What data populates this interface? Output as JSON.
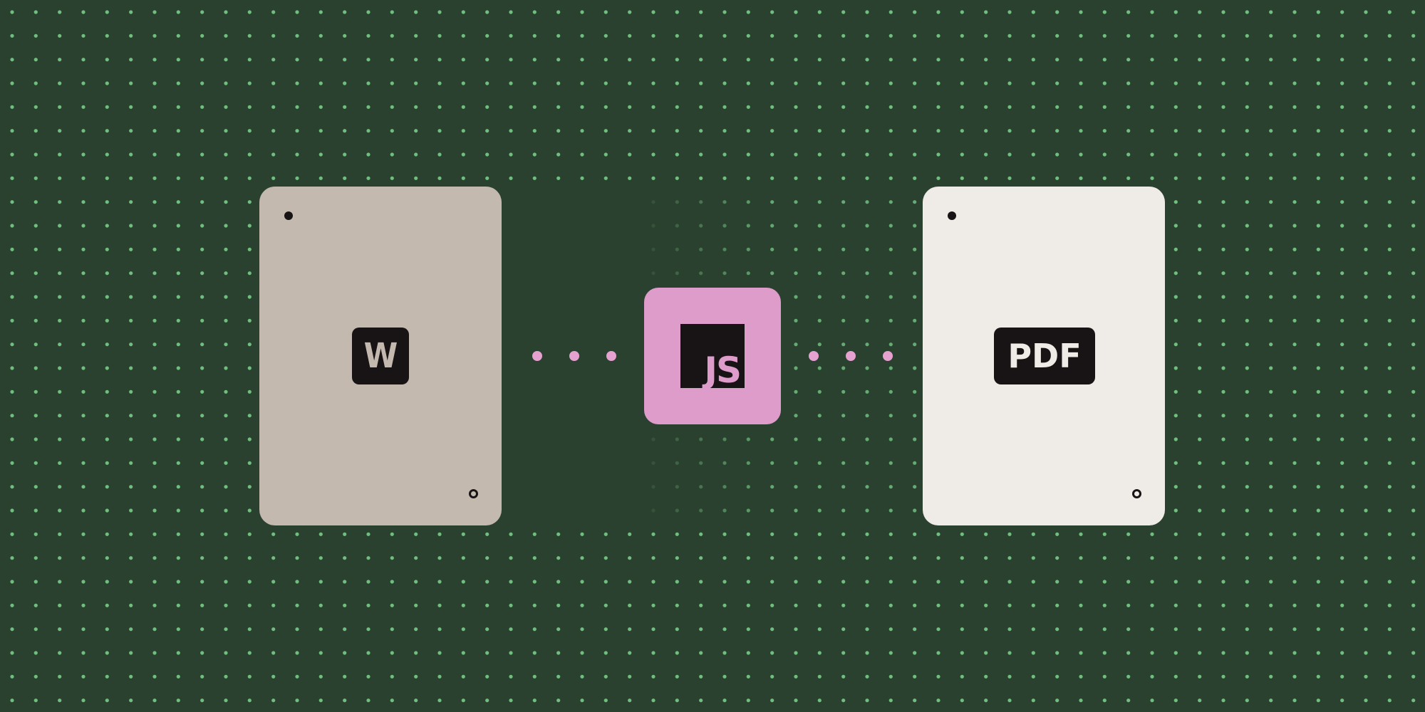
{
  "colors": {
    "background": "#2b4130",
    "grid_dot": "#6fbf7e",
    "word_card": "#c3b9af",
    "pdf_card": "#efece7",
    "js_card": "#de9cca",
    "badge_dark": "#181314",
    "connector": "#e5a2d0"
  },
  "nodes": {
    "source": {
      "label": "W",
      "icon": "word-document-icon"
    },
    "converter": {
      "label": "JS",
      "icon": "javascript-logo-icon"
    },
    "output": {
      "label": "PDF",
      "icon": "pdf-document-icon"
    }
  },
  "connectors": [
    {
      "from": "source",
      "to": "converter",
      "dots": 3
    },
    {
      "from": "converter",
      "to": "output",
      "dots": 3
    }
  ]
}
